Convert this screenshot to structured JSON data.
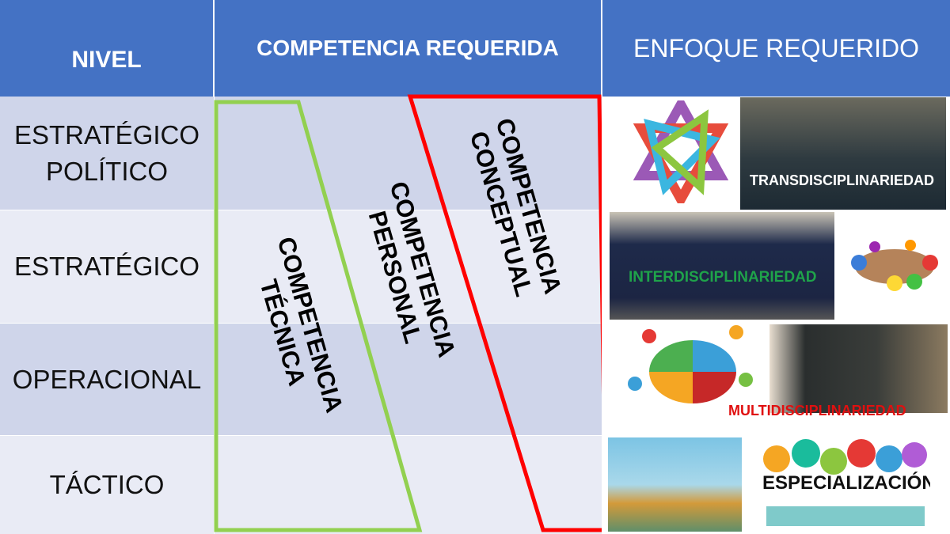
{
  "header": {
    "nivel": "NIVEL",
    "competencia": "COMPETENCIA REQUERIDA",
    "enfoque": "ENFOQUE REQUERIDO"
  },
  "rows": [
    {
      "line1": "ESTRATÉGICO",
      "line2": "POLÍTICO"
    },
    {
      "line1": "ESTRATÉGICO",
      "line2": ""
    },
    {
      "line1": "OPERACIONAL",
      "line2": ""
    },
    {
      "line1": "TÁCTICO",
      "line2": ""
    }
  ],
  "competencias": {
    "tecnica": {
      "line1": "COMPETENCIA",
      "line2": "TÉCNICA",
      "color": "#92D050"
    },
    "personal": {
      "line1": "COMPETENCIA",
      "line2": "PERSONAL"
    },
    "conceptual": {
      "line1": "COMPETENCIA",
      "line2": "CONCEPTUAL",
      "color": "#FF0000"
    }
  },
  "enfoques": {
    "trans": "TRANSDISCIPLINARIEDAD",
    "inter": "INTERDISCIPLINARIEDAD",
    "multi": "MULTIDISCIPLINARIEDAD",
    "espec": "ESPECIALIZACIÓN"
  }
}
